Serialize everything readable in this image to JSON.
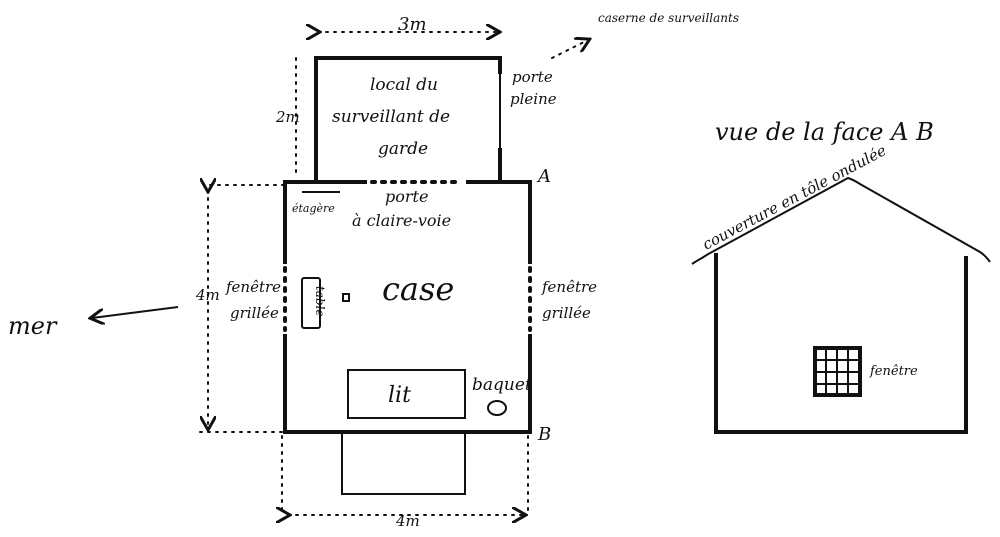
{
  "plan": {
    "dim_top": "3m",
    "dim_side_small": "2m",
    "dim_side": "4m",
    "dim_bottom": "4m",
    "barracks": "caserne de surveillants",
    "guard_room": [
      "local du",
      "surveillant de",
      "garde"
    ],
    "solid_door": [
      "porte",
      "pleine"
    ],
    "corner_a": "A",
    "corner_b": "B",
    "shelf": "étagère",
    "lattice_door": [
      "porte",
      "à claire-voie"
    ],
    "window_left": [
      "fenêtre",
      "grillée"
    ],
    "window_right": [
      "fenêtre",
      "grillée"
    ],
    "table": "table",
    "cell": "case",
    "bed": "lit",
    "bucket": "baquet",
    "sea": "mer"
  },
  "elevation": {
    "title": "vue de la face A B",
    "roof": "couverture en tôle ondulée",
    "window": "fenêtre"
  }
}
